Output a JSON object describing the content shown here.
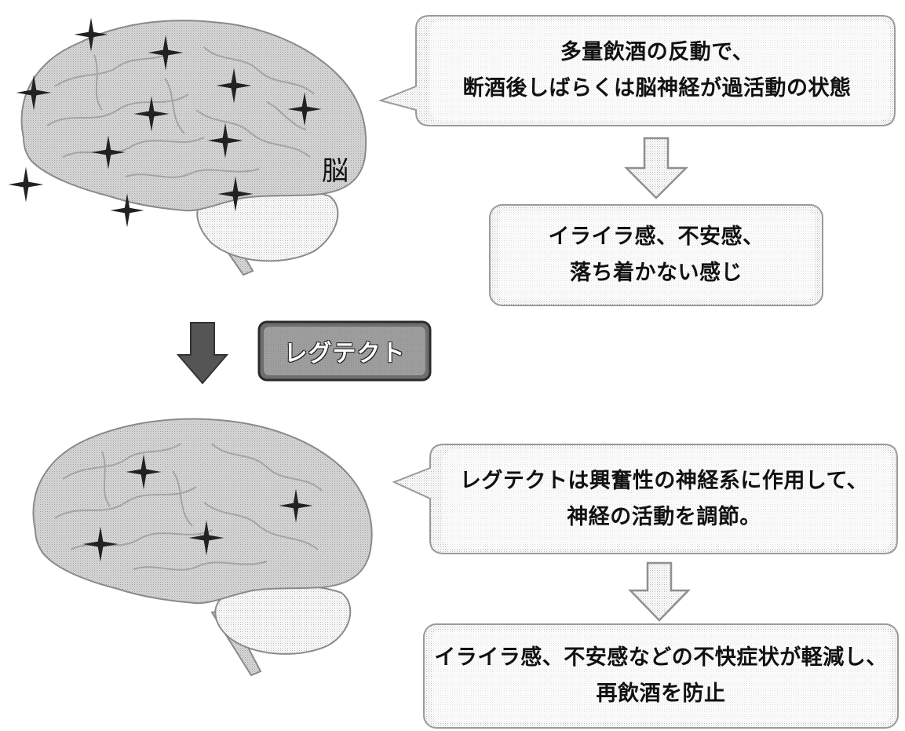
{
  "brain_top": {
    "label": "脳"
  },
  "drug": {
    "name": "レグテクト"
  },
  "top_flow": {
    "box1": {
      "line1": "多量飲酒の反動で、",
      "line2": "断酒後しばらくは脳神経が過活動の状態"
    },
    "box2": {
      "line1": "イライラ感、不安感、",
      "line2": "落ち着かない感じ"
    }
  },
  "bottom_flow": {
    "box1": {
      "line1": "レグテクトは興奮性の神経系に作用して、",
      "line2": "神経の活動を調節。"
    },
    "box2": {
      "line1": "イライラ感、不安感などの不快症状が軽減し、",
      "line2": "再飲酒を防止"
    }
  },
  "colors": {
    "brain_fill": "#cfcfcf",
    "brain_stroke": "#8a8a8a",
    "star": "#222222",
    "box_stroke": "#9a9a9a",
    "arrow_outline": "#8f8f8f",
    "drug_box": "#6e6e6e",
    "big_arrow": "#555555"
  }
}
